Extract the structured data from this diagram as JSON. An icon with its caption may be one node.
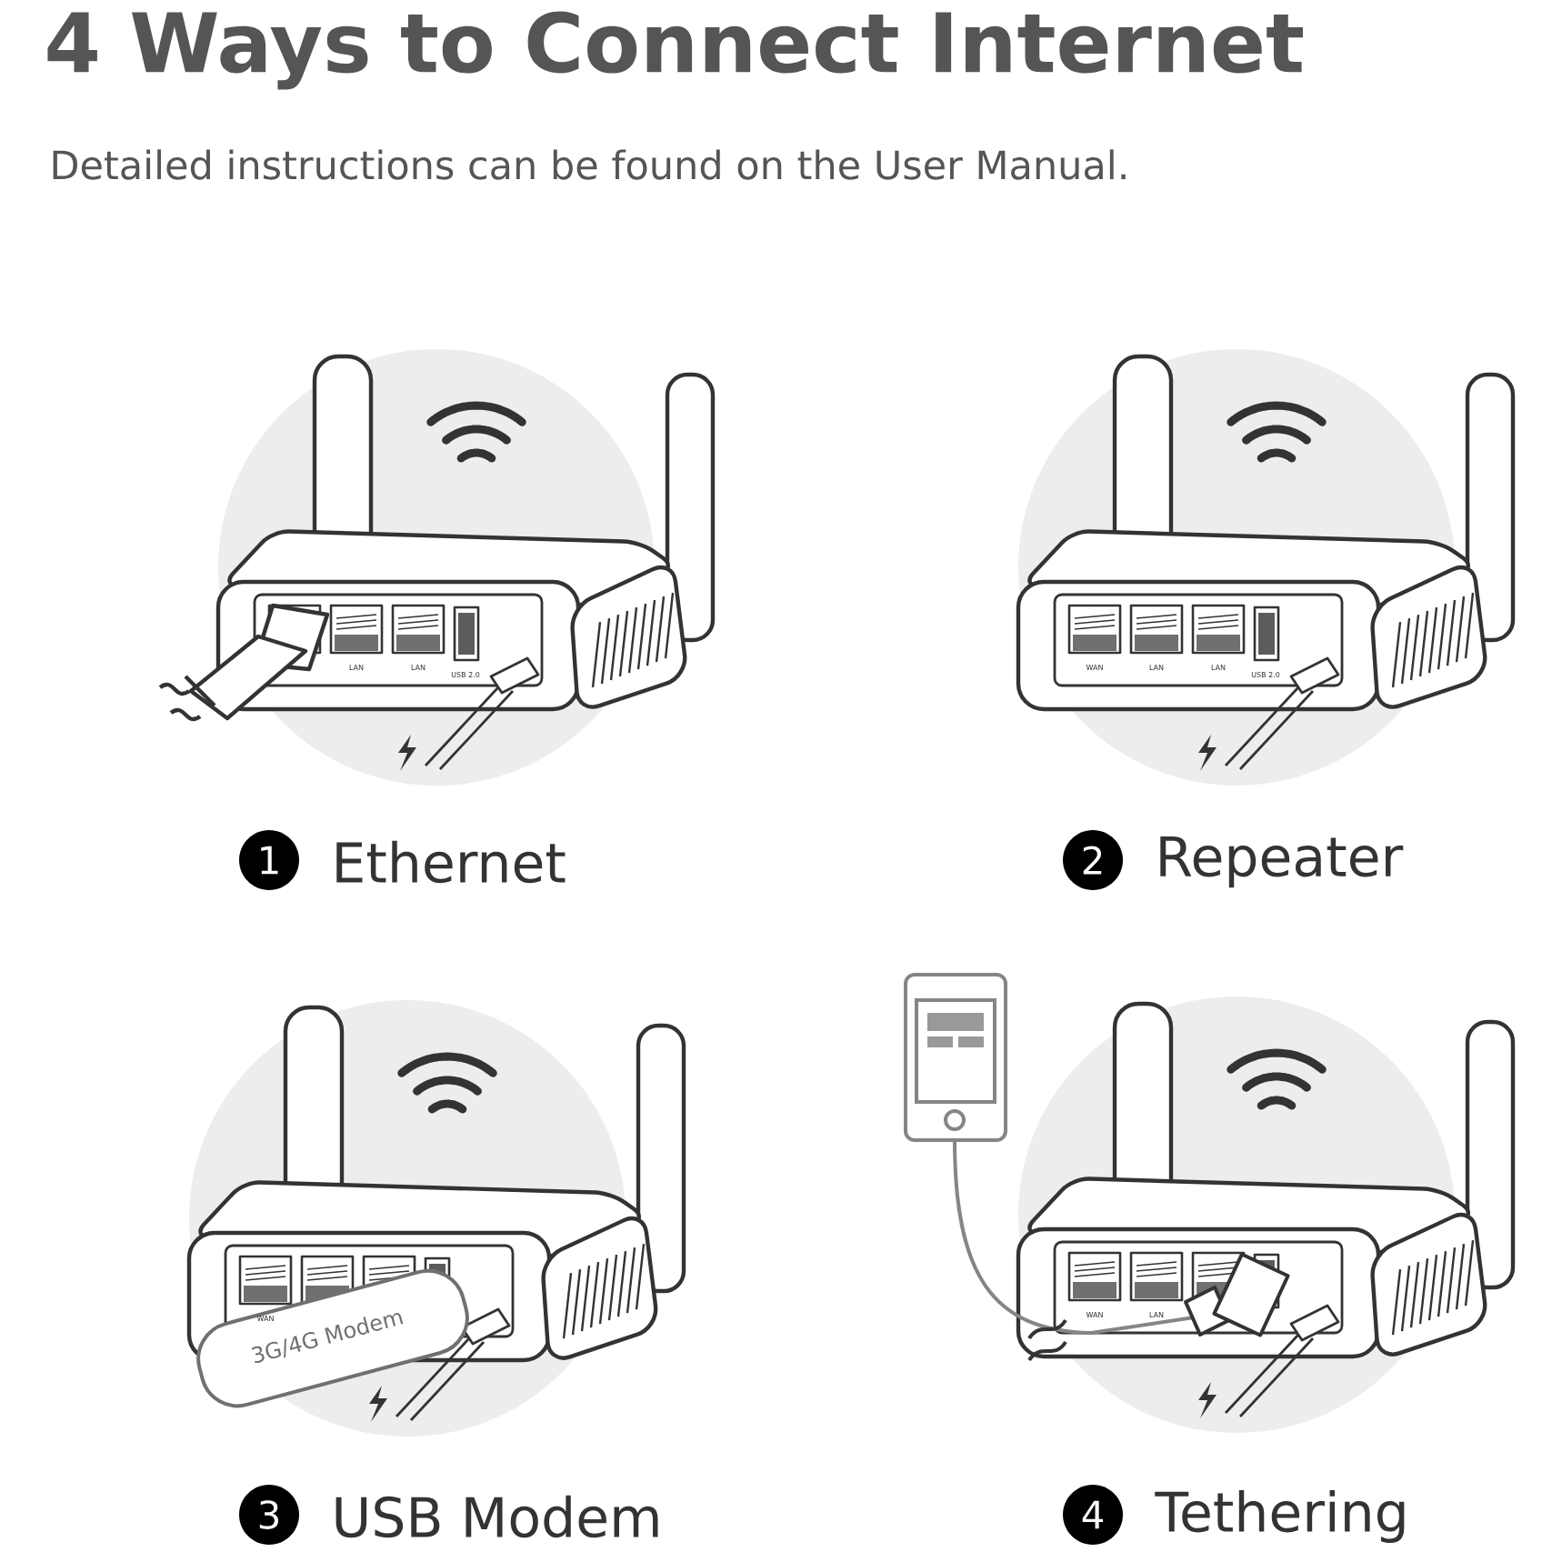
{
  "diagram": {
    "title": "4 Ways to Connect Internet",
    "caption": "Detailed instructions can be found on the User Manual.",
    "nodes": [
      {
        "text": [
          "1"
        ],
        "beside": [
          "Ethernet"
        ]
      },
      {
        "text": [
          "2"
        ],
        "beside": [
          "Repeater"
        ]
      },
      {
        "text": [
          "3"
        ],
        "beside": [
          "USB Modem"
        ]
      },
      {
        "text": [
          "4"
        ],
        "beside": [
          "Tethering"
        ]
      }
    ],
    "labels": [
      "LAN",
      "LAN",
      "USB 2.0",
      "WAN",
      "LAN",
      "LAN",
      "USB 2.0",
      "WAN",
      "3G/4G Modem",
      "WAN",
      "LAN"
    ]
  }
}
